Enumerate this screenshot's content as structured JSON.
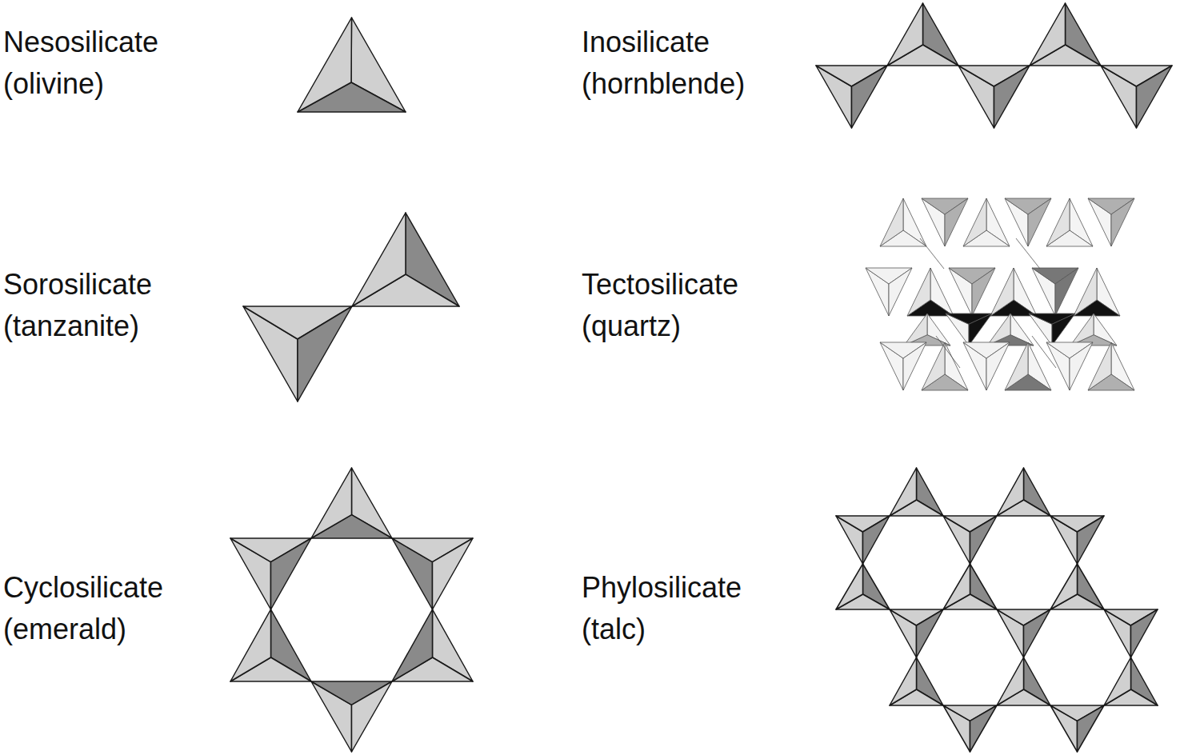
{
  "diagram": {
    "labels": [
      "Nesosilicate",
      "(olivine)",
      "Inosilicate",
      "(hornblende)",
      "Sorosilicate",
      "(tanzanite)",
      "Tectosilicate",
      "(quartz)",
      "Cyclosilicate",
      "(emerald)",
      "Phylosilicate",
      "(talc)"
    ]
  }
}
